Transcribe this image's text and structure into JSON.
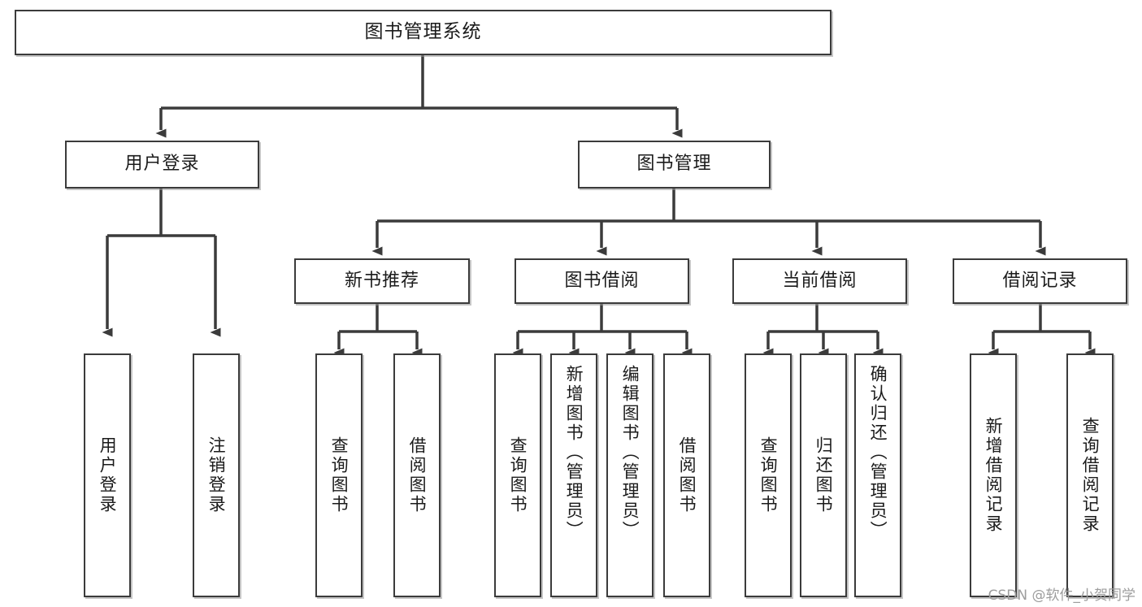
{
  "diagram": {
    "title": "图书管理系统",
    "type": "tree-hierarchy-functional-structure",
    "watermark": "CSDN @软件_小贺同学",
    "colors": {
      "stroke": "#3b3b3b",
      "fill": "#ffffff",
      "text": "#1b1b1b",
      "watermark": "#9d9d9d"
    },
    "root": {
      "label": "图书管理系统"
    },
    "level2": [
      {
        "id": "user-login",
        "label": "用户登录"
      },
      {
        "id": "book-management",
        "label": "图书管理"
      }
    ],
    "level3": [
      {
        "id": "new-book-recommend",
        "label": "新书推荐",
        "parent": "book-management"
      },
      {
        "id": "book-borrow",
        "label": "图书借阅",
        "parent": "book-management"
      },
      {
        "id": "current-borrow",
        "label": "当前借阅",
        "parent": "book-management"
      },
      {
        "id": "borrow-record",
        "label": "借阅记录",
        "parent": "book-management"
      }
    ],
    "leaves": {
      "user_login": [
        {
          "id": "leaf-user-login",
          "label": "用户登录"
        },
        {
          "id": "leaf-user-logout",
          "label": "注销登录"
        }
      ],
      "new_book_recommend": [
        {
          "id": "leaf-query-book-1",
          "label": "查询图书"
        },
        {
          "id": "leaf-borrow-book-1",
          "label": "借阅图书"
        }
      ],
      "book_borrow": [
        {
          "id": "leaf-query-book-2",
          "label": "查询图书"
        },
        {
          "id": "leaf-add-book",
          "label": "新增图书（管理员）"
        },
        {
          "id": "leaf-edit-book",
          "label": "编辑图书（管理员）"
        },
        {
          "id": "leaf-borrow-book-2",
          "label": "借阅图书"
        }
      ],
      "current_borrow": [
        {
          "id": "leaf-query-book-3",
          "label": "查询图书"
        },
        {
          "id": "leaf-return-book",
          "label": "归还图书"
        },
        {
          "id": "leaf-confirm-return",
          "label": "确认归还（管理员）"
        }
      ],
      "borrow_record": [
        {
          "id": "leaf-add-record",
          "label": "新增借阅记录"
        },
        {
          "id": "leaf-query-record",
          "label": "查询借阅记录"
        }
      ]
    }
  }
}
